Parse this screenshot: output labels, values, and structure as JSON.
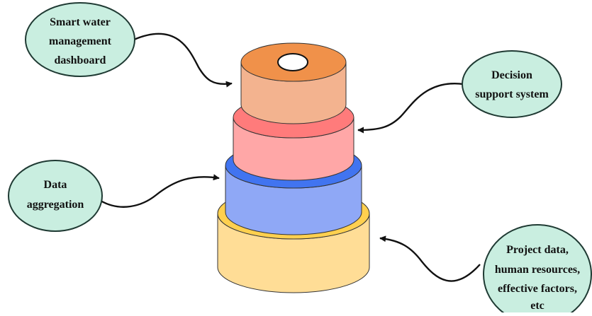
{
  "diagram": {
    "bubble_fill": "#c9eee0",
    "bubble_stroke": "#1f3a33",
    "labels": {
      "dashboard": [
        "Smart water",
        "management",
        "dashboard"
      ],
      "decision": [
        "Decision",
        "support system"
      ],
      "aggregation": [
        "Data",
        "aggregation"
      ],
      "sources": [
        "Project data,",
        "human resources,",
        "effective factors,",
        "etc"
      ]
    },
    "layers": [
      {
        "name": "top",
        "top_color": "#f0914a",
        "side_color": "#f3b38f",
        "ring_color": "#ffffff"
      },
      {
        "name": "second",
        "top_color": "#ff7b7b",
        "side_color": "#ffa7a7"
      },
      {
        "name": "third",
        "top_color": "#4174f0",
        "side_color": "#8fa8f6"
      },
      {
        "name": "bottom",
        "top_color": "#ffd04f",
        "side_color": "#ffdd96"
      }
    ]
  }
}
